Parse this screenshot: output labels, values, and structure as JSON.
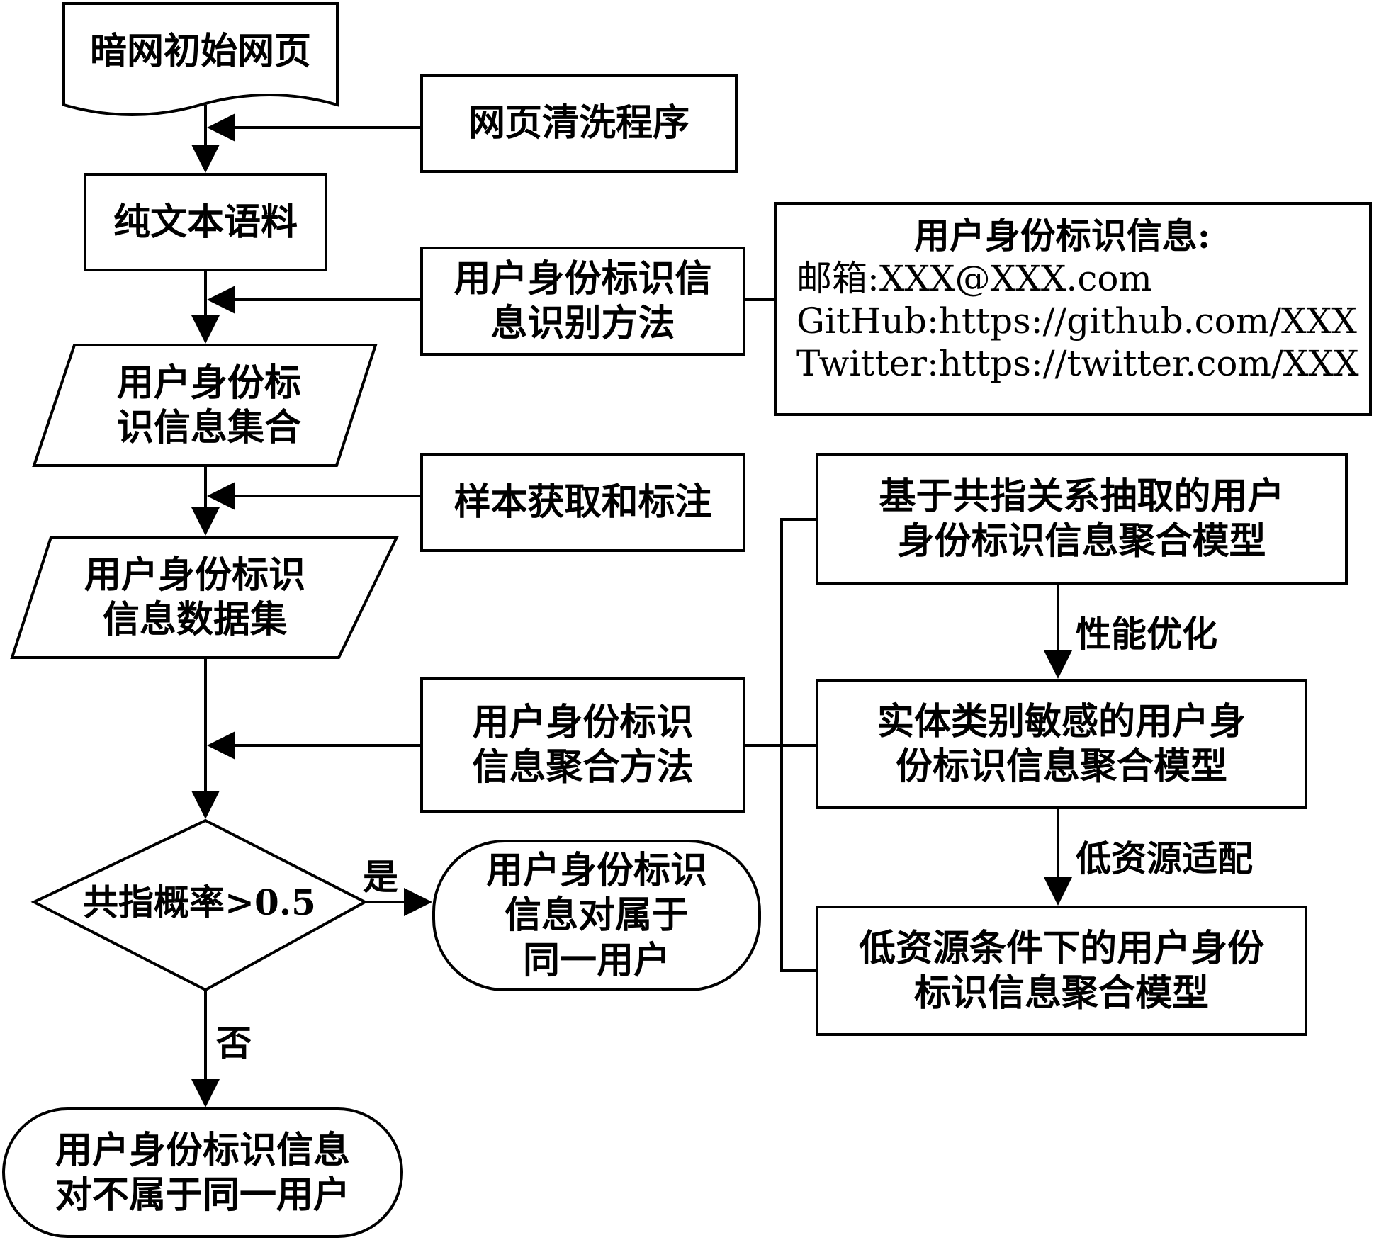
{
  "nodes": {
    "start_page": "暗网初始网页",
    "clean_program": "网页清洗程序",
    "plain_corpus": "纯文本语料",
    "id_method_l1": "用户身份标识信",
    "id_method_l2": "息识别方法",
    "info_title": "用户身份标识信息:",
    "info_email": "邮箱:XXX@XXX.com",
    "info_github": "GitHub:https://github.com/XXX",
    "info_twitter": "Twitter:https://twitter.com/XXX",
    "id_set_l1": "用户身份标",
    "id_set_l2": "识信息集合",
    "sample_label": "样本获取和标注",
    "dataset_l1": "用户身份标识",
    "dataset_l2": "信息数据集",
    "model1_l1": "基于共指关系抽取的用户",
    "model1_l2": "身份标识信息聚合模型",
    "perf_opt": "性能优化",
    "model2_l1": "实体类别敏感的用户身",
    "model2_l2": "份标识信息聚合模型",
    "agg_method_l1": "用户身份标识",
    "agg_method_l2": "信息聚合方法",
    "low_res_adapt": "低资源适配",
    "model3_l1": "低资源条件下的用户身份",
    "model3_l2": "标识信息聚合模型",
    "decision": "共指概率>0.5",
    "yes": "是",
    "no": "否",
    "same_user_l1": "用户身份标识",
    "same_user_l2": "信息对属于",
    "same_user_l3": "同一用户",
    "diff_user_l1": "用户身份标识信息",
    "diff_user_l2": "对不属于同一用户"
  },
  "colors": {
    "stroke": "#000000",
    "background": "#ffffff"
  }
}
